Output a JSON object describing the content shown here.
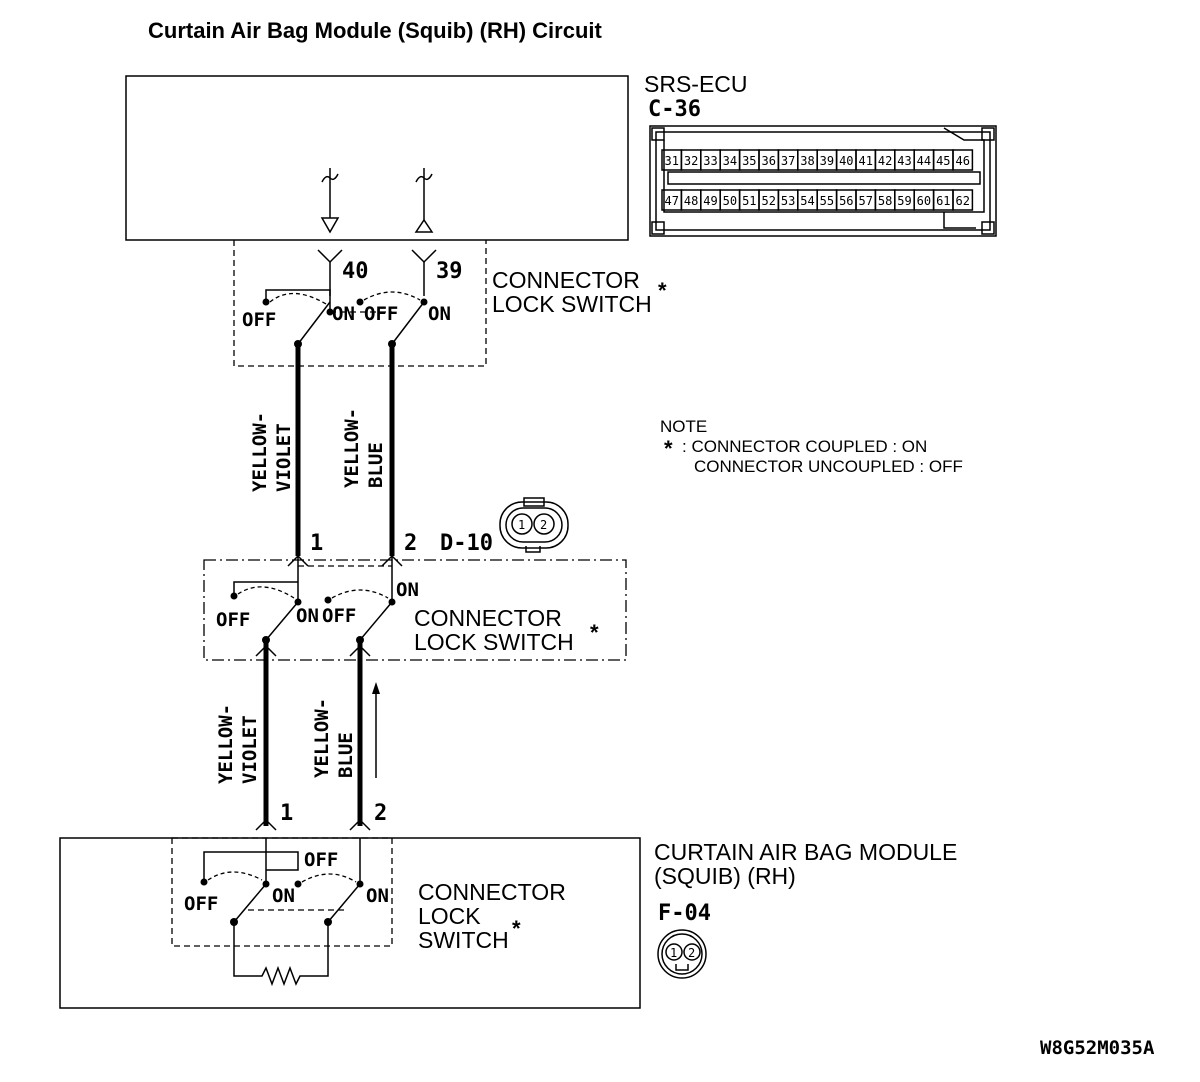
{
  "title": "Curtain Air Bag Module (Squib) (RH) Circuit",
  "ecu": {
    "name": "SRS-ECU",
    "connector": "C-36",
    "pins_row1": [
      "31",
      "32",
      "33",
      "34",
      "35",
      "36",
      "37",
      "38",
      "39",
      "40",
      "41",
      "42",
      "43",
      "44",
      "45",
      "46"
    ],
    "pins_row2": [
      "47",
      "48",
      "49",
      "50",
      "51",
      "52",
      "53",
      "54",
      "55",
      "56",
      "57",
      "58",
      "59",
      "60",
      "61",
      "62"
    ],
    "terminal_a": "40",
    "terminal_b": "39"
  },
  "switch_label": {
    "line1": "CONNECTOR",
    "line2": "LOCK SWITCH",
    "line3": "SWITCH",
    "lock": "LOCK",
    "asterisk": "*"
  },
  "states": {
    "off": "OFF",
    "on": "ON"
  },
  "wires": {
    "upper_left": [
      "YELLOW-",
      "VIOLET"
    ],
    "upper_right": [
      "YELLOW-",
      "BLUE"
    ],
    "lower_left": [
      "YELLOW-",
      "VIOLET"
    ],
    "lower_right": [
      "YELLOW-",
      "BLUE"
    ]
  },
  "intermediate": {
    "connector": "D-10",
    "pin1": "1",
    "pin2": "2"
  },
  "module": {
    "name_line1": "CURTAIN AIR BAG MODULE",
    "name_line2": "(SQUIB) (RH)",
    "connector": "F-04",
    "pin1": "1",
    "pin2": "2"
  },
  "note": {
    "heading": "NOTE",
    "asterisk": "*",
    "line1": ": CONNECTOR COUPLED : ON",
    "line2": "CONNECTOR UNCOUPLED : OFF"
  },
  "figure_code": "W8G52M035A"
}
